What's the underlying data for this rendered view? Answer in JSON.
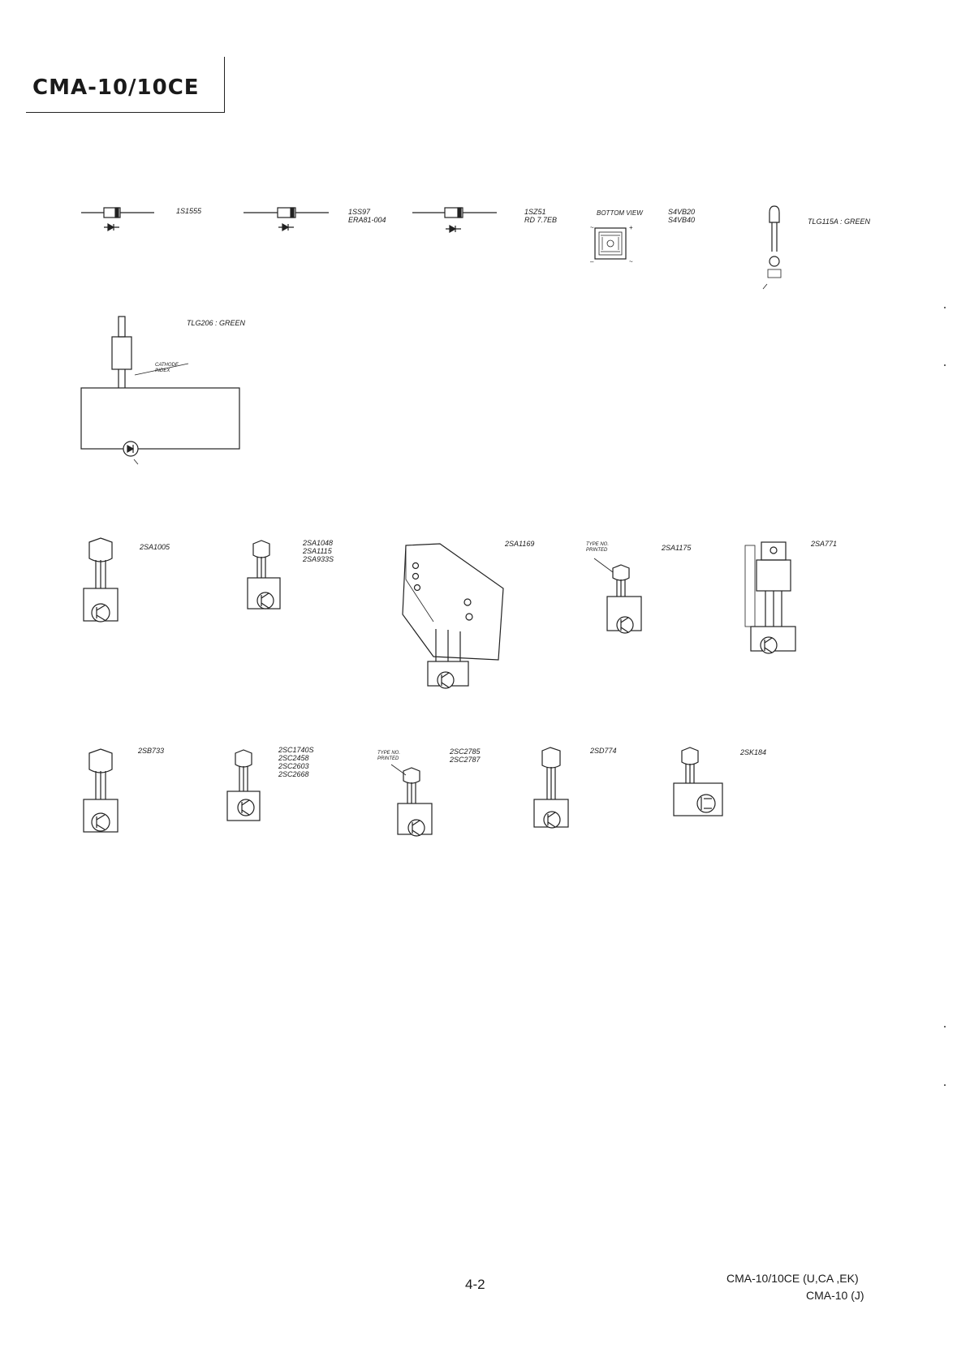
{
  "header": {
    "title": "CMA-10/10CE"
  },
  "diodes": {
    "d1": "1S1555",
    "d2": [
      "1SS97",
      "ERA81-004"
    ],
    "d3": [
      "1SZ51",
      "RD 7.7EB"
    ],
    "bridge_view": "BOTTOM VIEW",
    "bridge_parts": [
      "S4VB20",
      "S4VB40"
    ],
    "led1": "TLG115A : GREEN"
  },
  "led2": {
    "label": "TLG206 : GREEN",
    "cathode": [
      "CATHODE",
      "INDEX"
    ]
  },
  "transistors_row1": {
    "t1": "2SA1005",
    "t2": [
      "2SA1048",
      "2SA1115",
      "2SA933S"
    ],
    "t3": "2SA1169",
    "t4_note": [
      "TYPE NO.",
      "PRINTED"
    ],
    "t4": "2SA1175",
    "t5": "2SA771"
  },
  "transistors_row2": {
    "t1": "2SB733",
    "t2": [
      "2SC1740S",
      "2SC2458",
      "2SC2603",
      "2SC2668"
    ],
    "t3_note": [
      "TYPE NO.",
      "PRINTED"
    ],
    "t3": [
      "2SC2785",
      "2SC2787"
    ],
    "t4": "2SD774",
    "t5": "2SK184"
  },
  "footer": {
    "page_number": "4-2",
    "model_line1": "CMA-10/10CE (U,CA ,EK)",
    "model_line2": "CMA-10 (J)"
  }
}
